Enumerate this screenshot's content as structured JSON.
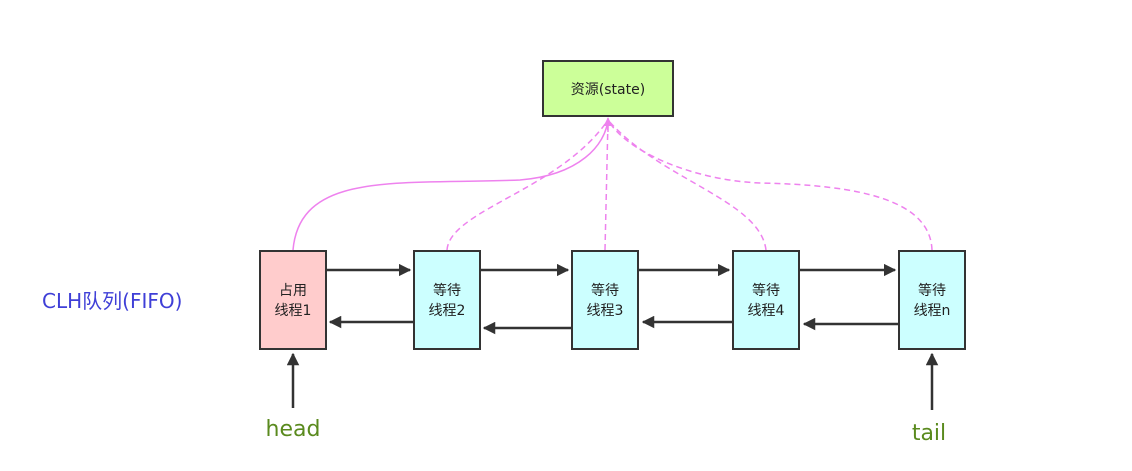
{
  "resource": {
    "label": "资源(state)",
    "fill": "#ccff99"
  },
  "queue_label": {
    "text": "CLH队列(FIFO)",
    "color": "#3f3fd7"
  },
  "nodes": [
    {
      "line1": "占用",
      "line2": "线程1",
      "fill": "#ffcccc",
      "link_style": "solid"
    },
    {
      "line1": "等待",
      "line2": "线程2",
      "fill": "#ccffff",
      "link_style": "dashed"
    },
    {
      "line1": "等待",
      "line2": "线程3",
      "fill": "#ccffff",
      "link_style": "dashed"
    },
    {
      "line1": "等待",
      "line2": "线程4",
      "fill": "#ccffff",
      "link_style": "dashed"
    },
    {
      "line1": "等待",
      "line2": "线程n",
      "fill": "#ccffff",
      "link_style": "dashed"
    }
  ],
  "pointers": {
    "head": "head",
    "tail": "tail",
    "color": "#5a8a1e"
  },
  "colors": {
    "link": "#ee82ee",
    "arrow": "#333333"
  }
}
